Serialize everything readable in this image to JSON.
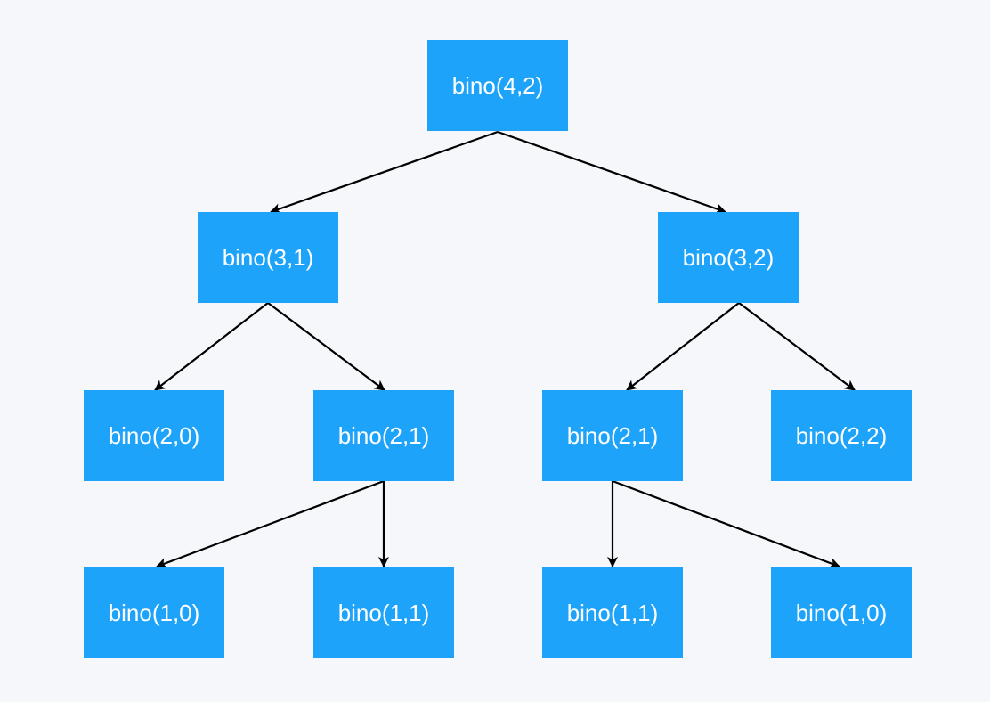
{
  "diagram": {
    "nodes": [
      {
        "id": "n0",
        "label": "bino(4,2)"
      },
      {
        "id": "n1",
        "label": "bino(3,1)"
      },
      {
        "id": "n2",
        "label": "bino(3,2)"
      },
      {
        "id": "n3",
        "label": "bino(2,0)"
      },
      {
        "id": "n4",
        "label": "bino(2,1)"
      },
      {
        "id": "n5",
        "label": "bino(2,1)"
      },
      {
        "id": "n6",
        "label": "bino(2,2)"
      },
      {
        "id": "n7",
        "label": "bino(1,0)"
      },
      {
        "id": "n8",
        "label": "bino(1,1)"
      },
      {
        "id": "n9",
        "label": "bino(1,1)"
      },
      {
        "id": "n10",
        "label": "bino(1,0)"
      }
    ],
    "edges": [
      {
        "from": "n0",
        "to": "n1"
      },
      {
        "from": "n0",
        "to": "n2"
      },
      {
        "from": "n1",
        "to": "n3"
      },
      {
        "from": "n1",
        "to": "n4"
      },
      {
        "from": "n2",
        "to": "n5"
      },
      {
        "from": "n2",
        "to": "n6"
      },
      {
        "from": "n4",
        "to": "n7"
      },
      {
        "from": "n4",
        "to": "n8"
      },
      {
        "from": "n5",
        "to": "n9"
      },
      {
        "from": "n5",
        "to": "n10"
      }
    ],
    "colors": {
      "node_fill": "#1ea3fa",
      "node_text": "#ffffff",
      "edge": "#000000",
      "background": "#f5f7fa"
    }
  }
}
